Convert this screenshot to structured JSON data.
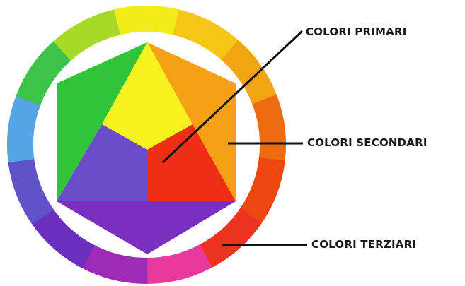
{
  "labels": {
    "primary": "COLORI PRIMARI",
    "secondary": "COLORI SECONDARI",
    "tertiary": "COLORI TERZIARI"
  },
  "colors": {
    "ring_segments": [
      "#f2ed1a",
      "#f7c515",
      "#f3a413",
      "#ef6b12",
      "#ec4611",
      "#ee3221",
      "#e8399c",
      "#9e2ab8",
      "#6a2fbf",
      "#5f52c9",
      "#55a4e3",
      "#3dc347",
      "#a7d928"
    ],
    "primary_yellow": "#f6f21b",
    "primary_red": "#ee2f14",
    "primary_blue": "#6a4bc8",
    "secondary_green": "#31c43b",
    "secondary_orange": "#f4a114",
    "secondary_violet": "#7b2fc0",
    "callout_line": "#111111",
    "label_text": "#1a1a1a"
  }
}
